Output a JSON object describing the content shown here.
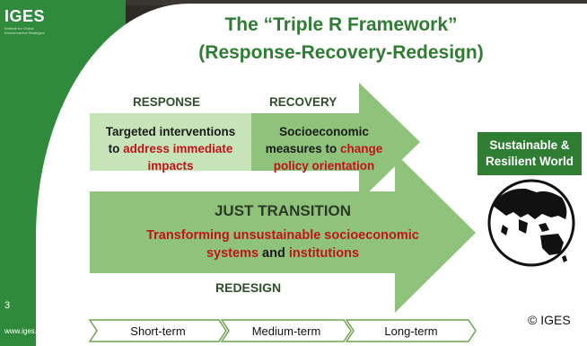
{
  "logo": {
    "text": "IGES",
    "subtitle": "Institute for Global Environmental Strategies"
  },
  "page_number": "3",
  "website": "www.iges.or.jp",
  "title_line1": "The “Triple R Framework”",
  "title_line2": "(Response-Recovery-Redesign)",
  "response": {
    "label": "RESPONSE",
    "line1": "Targeted interventions",
    "line2_plain": "to ",
    "line2_red": "address immediate",
    "line3_red": "impacts"
  },
  "recovery": {
    "label": "RECOVERY",
    "line1": "Socioeconomic",
    "line2_plain": "measures to ",
    "line2_red": "change",
    "line3_red": "policy orientation"
  },
  "just_transition": {
    "title": "JUST TRANSITION",
    "line1_red": "Transforming unsustainable socioeconomic",
    "line2_red_a": "systems",
    "line2_plain": " and ",
    "line2_red_b": "institutions"
  },
  "redesign_label": "REDESIGN",
  "outcome": {
    "line1": "Sustainable &",
    "line2": "Resilient World"
  },
  "timeline": [
    "Short-term",
    "Medium-term",
    "Long-term"
  ],
  "copyright": "© IGES",
  "colors": {
    "brand_green": "#2e7d32",
    "arrow_green": "#8fc27a",
    "light_green": "#c7e3b8",
    "accent_red": "#c0141b"
  }
}
